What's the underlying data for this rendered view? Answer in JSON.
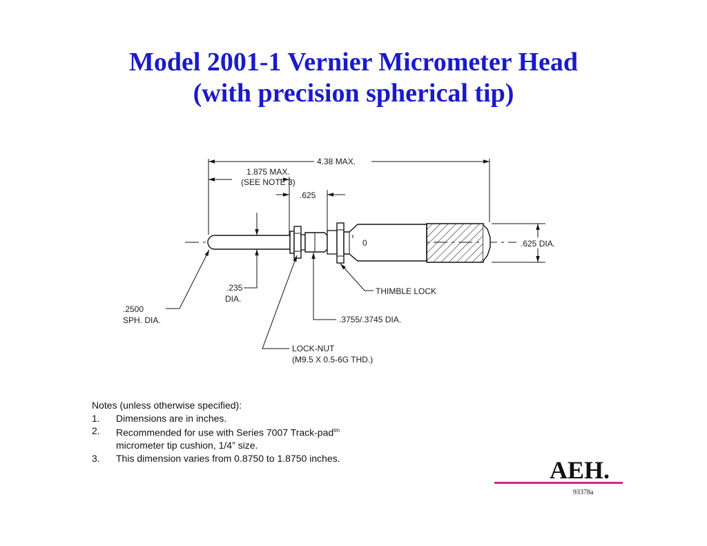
{
  "title": {
    "line1": "Model 2001-1 Vernier Micrometer Head",
    "line2": "(with precision spherical tip)"
  },
  "drawing": {
    "dims": {
      "overall": "4.38 MAX.",
      "spindle_max_l1": "1.875 MAX.",
      "spindle_max_l2": "(SEE NOTE 3)",
      "collar_len": ".625",
      "thimble_dia": ".625 DIA.",
      "spindle_dia_l1": ".235",
      "spindle_dia_l2": "DIA.",
      "tip_l1": ".2500",
      "tip_l2": "SPH. DIA.",
      "thimble_lock": "THIMBLE LOCK",
      "barrel_dia": ".3755/.3745 DIA.",
      "locknut_l1": "LOCK-NUT",
      "locknut_l2": "(M9.5 X 0.5-6G THD.)",
      "zero_mark": "0"
    }
  },
  "notes": {
    "heading": "Notes (unless otherwise specified):",
    "items": [
      {
        "num": "1.",
        "text": "Dimensions are in inches."
      },
      {
        "num": "2.",
        "text": "Recommended for use with Series 7007 Track-pad",
        "sup": "tm",
        "text2": "micrometer tip cushion, 1/4” size."
      },
      {
        "num": "3.",
        "text": "This dimension varies from 0.8750 to 1.8750 inches."
      }
    ]
  },
  "logo": {
    "text": "AEH.",
    "rule_color": "#d4218f",
    "doc_number": "93378a"
  },
  "colors": {
    "title": "#1a1acc"
  }
}
